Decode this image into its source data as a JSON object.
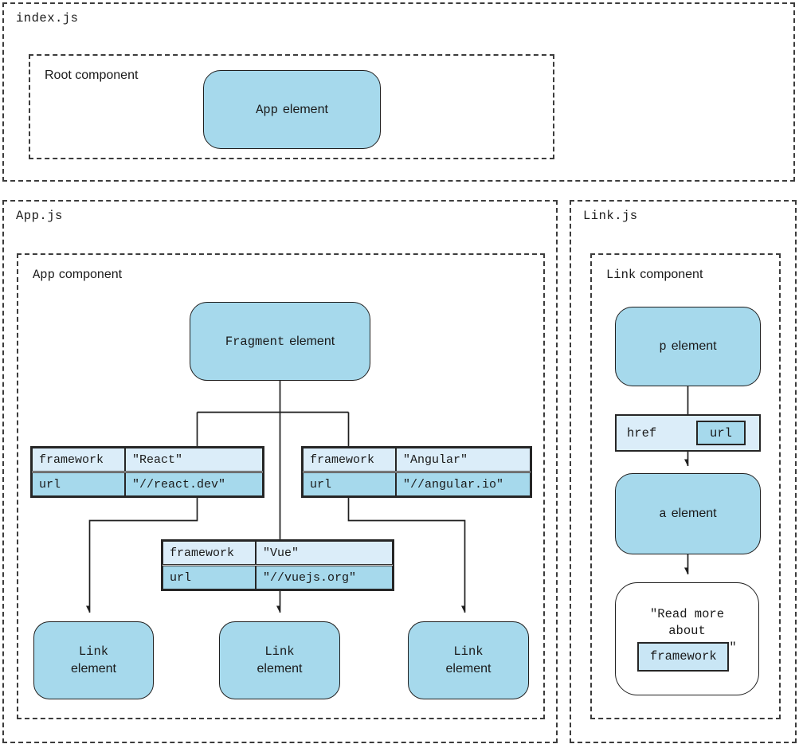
{
  "files": {
    "index": {
      "title": "index.js"
    },
    "app": {
      "title": "App.js"
    },
    "link": {
      "title": "Link.js"
    }
  },
  "components": {
    "root": {
      "label": "Root component"
    },
    "app": {
      "code": "App",
      "label": "component"
    },
    "link": {
      "code": "Link",
      "label": "component"
    }
  },
  "nodes": {
    "app_element": {
      "code": "App",
      "text": "element"
    },
    "fragment_element": {
      "code": "Fragment",
      "text": "element"
    },
    "link_element": {
      "code": "Link",
      "text": "element"
    },
    "p_element": {
      "code": "p",
      "text": "element"
    },
    "a_element": {
      "code": "a",
      "text": "element"
    }
  },
  "prop_tables": [
    {
      "name": "react",
      "rows": [
        [
          "framework",
          "\"React\""
        ],
        [
          "url",
          "\"//react.dev\""
        ]
      ]
    },
    {
      "name": "angular",
      "rows": [
        [
          "framework",
          "\"Angular\""
        ],
        [
          "url",
          "\"//angular.io\""
        ]
      ]
    },
    {
      "name": "vue",
      "rows": [
        [
          "framework",
          "\"Vue\""
        ],
        [
          "url",
          "\"//vuejs.org\""
        ]
      ]
    }
  ],
  "href_bar": {
    "label": "href",
    "value": "url"
  },
  "read_more": {
    "line1": "\"Read more",
    "line2": "about",
    "code": "framework",
    "suffix": "\""
  },
  "colors": {
    "node_fill": "#a6d9ec",
    "row_light": "#dbedf9",
    "row_medium": "#a6d9ec",
    "chip_fill": "#c9e6f5",
    "line": "#1f1f1f",
    "dashed_border": "#3c3c3c"
  }
}
